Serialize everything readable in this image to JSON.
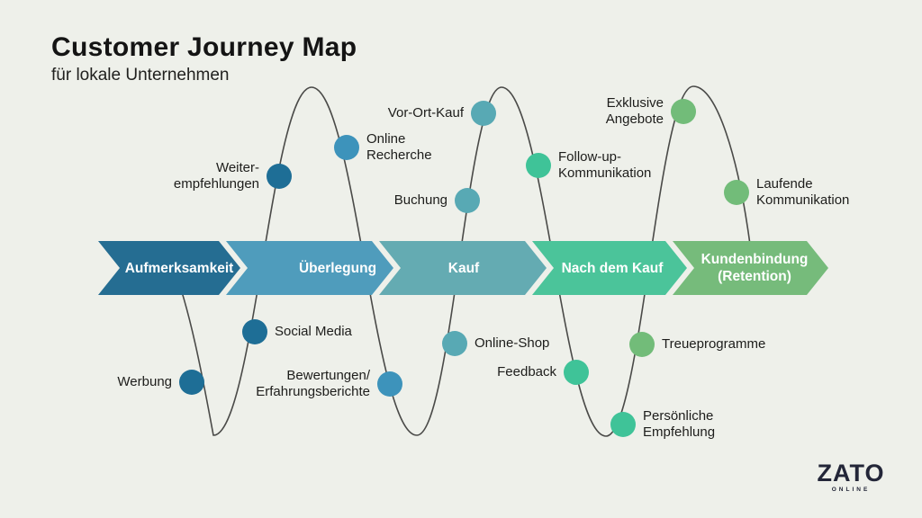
{
  "header": {
    "title": "Customer Journey Map",
    "subtitle": "für lokale Unternehmen"
  },
  "background_color": "#eef0ea",
  "curve_color": "#4a4a48",
  "stages": [
    {
      "label": "Aufmerksamkeit",
      "color": "#256d92"
    },
    {
      "label": "Überlegung",
      "color": "#4f9cbc"
    },
    {
      "label": "Kauf",
      "color": "#64abb2"
    },
    {
      "label": "Nach dem Kauf",
      "color": "#4bc49a"
    },
    {
      "label": "Kundenbindung (Retention)",
      "label_lines": [
        "Kundenbindung",
        "(Retention)"
      ],
      "color": "#76bb7b"
    }
  ],
  "touchpoints": [
    {
      "label": "Werbung",
      "lines": [
        "Werbung"
      ],
      "color": "#1e6e96"
    },
    {
      "label": "Weiter-empfehlungen",
      "lines": [
        "Weiter-",
        "empfehlungen"
      ],
      "color": "#1e6e96"
    },
    {
      "label": "Social Media",
      "lines": [
        "Social Media"
      ],
      "color": "#1e6e96"
    },
    {
      "label": "Online Recherche",
      "lines": [
        "Online",
        "Recherche"
      ],
      "color": "#3d93bb"
    },
    {
      "label": "Bewertungen/Erfahrungsberichte",
      "lines": [
        "Bewertungen/",
        "Erfahrungsberichte"
      ],
      "color": "#3d93bb"
    },
    {
      "label": "Vor-Ort-Kauf",
      "lines": [
        "Vor-Ort-Kauf"
      ],
      "color": "#58a9b4"
    },
    {
      "label": "Buchung",
      "lines": [
        "Buchung"
      ],
      "color": "#58a9b4"
    },
    {
      "label": "Online-Shop",
      "lines": [
        "Online-Shop"
      ],
      "color": "#58a9b4"
    },
    {
      "label": "Follow-up-Kommunikation",
      "lines": [
        "Follow-up-",
        "Kommunikation"
      ],
      "color": "#3fc398"
    },
    {
      "label": "Feedback",
      "lines": [
        "Feedback"
      ],
      "color": "#3fc398"
    },
    {
      "label": "Persönliche Empfehlung",
      "lines": [
        "Persönliche",
        "Empfehlung"
      ],
      "color": "#3fc398"
    },
    {
      "label": "Treueprogramme",
      "lines": [
        "Treueprogramme"
      ],
      "color": "#72bc79"
    },
    {
      "label": "Exklusive Angebote",
      "lines": [
        "Exklusive",
        "Angebote"
      ],
      "color": "#72bc79"
    },
    {
      "label": "Laufende Kommunikation",
      "lines": [
        "Laufende",
        "Kommunikation"
      ],
      "color": "#72bc79"
    }
  ],
  "logo": {
    "brand": "ZATO",
    "sub": "ONLINE",
    "color": "#232638"
  }
}
